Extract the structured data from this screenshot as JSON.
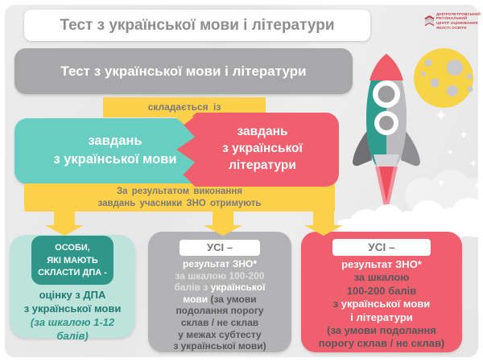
{
  "colors": {
    "background": "#e9e9e9",
    "teal": "#68cec1",
    "teal_dark": "#2f968a",
    "teal_light": "#bde3da",
    "red": "#f05f6e",
    "yellow": "#fcd049",
    "gray_box": "#a8a8aa",
    "gray_box_bottom": "#b3b3b5",
    "text_gray": "#7a7a7c",
    "text_dark": "#58585a",
    "logo_red": "#c2404e",
    "moon_yellow": "#f7d348"
  },
  "header": {
    "title": "Тест з української мови і літератури"
  },
  "logo": {
    "lines": [
      "ДНІПРОПЕТРОВСЬКИЙ",
      "РЕГІОНАЛЬНИЙ",
      "ЦЕНТР ОЦІНЮВАННЯ",
      "ЯКОСТІ ОСВІТИ"
    ]
  },
  "flow": {
    "test_title": "Тест з української мови і літератури",
    "consists_of": "складається із",
    "language_tasks": {
      "l1": "завдань",
      "l2": "з української мови"
    },
    "literature_tasks": {
      "l1": "завдань",
      "l2": "з української",
      "l3": "літератури"
    },
    "result_banner": {
      "l1": "За результатом виконання",
      "l2": "завдань учасники ЗНО отримують"
    }
  },
  "outcome_dpa": {
    "head1": "ОСОБИ,",
    "head2": "ЯКІ МАЮТЬ",
    "head3": "СКЛАСТИ ДПА -",
    "l1": "оцінку з ДПА",
    "l2": "з української мови",
    "l3": "(за шкалою 1-12",
    "l4": "балів)"
  },
  "outcome_zno_language": {
    "title": "УСІ –",
    "l1": "результат ЗНО*",
    "l2": "за шкалою 100-200",
    "l3a": "балів з ",
    "l3b": "української",
    "l4a": "мови",
    "l4b": " (за умови",
    "l5": "подолання порогу",
    "l6": "склав / не склав",
    "l7": "у межах субтесту",
    "l8": "з української мови)"
  },
  "outcome_zno_lang_lit": {
    "title": "УСІ –",
    "l1": "результат ЗНО*",
    "l2": "за шкалою",
    "l3": "100-200 балів",
    "l4a": "з ",
    "l4b": "української мови",
    "l5": "і літератури",
    "l6": "(за умови подолання",
    "l7": "порогу склав / не склав)"
  }
}
